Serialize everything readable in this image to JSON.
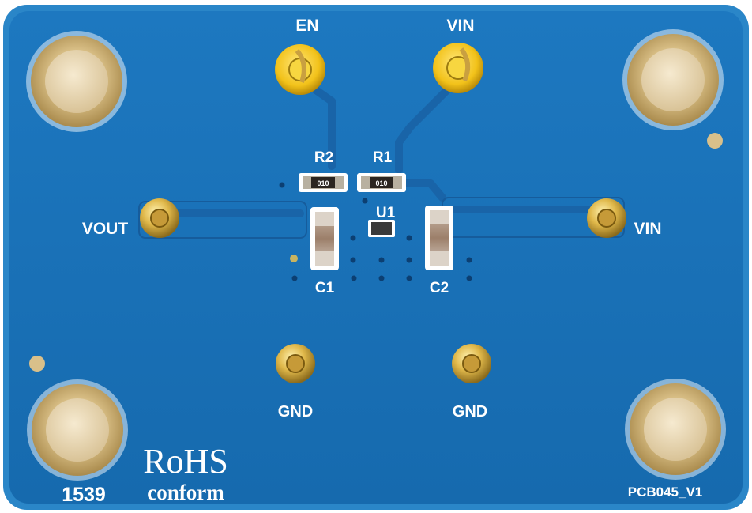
{
  "board": {
    "labels": {
      "en": "EN",
      "vin_top": "VIN",
      "vin_right": "VIN",
      "vout": "VOUT",
      "gnd_left": "GND",
      "gnd_right": "GND",
      "r1": "R1",
      "r2": "R2",
      "u1": "U1",
      "c1": "C1",
      "c2": "C2",
      "r1_marking": "010",
      "r2_marking": "010",
      "rohs": "RoHS",
      "conform": "conform",
      "lot_code": "1539",
      "pcb_id": "PCB045_V1"
    },
    "colors": {
      "soldermask": "#1a6fb5",
      "copper_trace": "#1a60a6",
      "gold": "#c9a860",
      "silkscreen": "#ffffff"
    }
  }
}
